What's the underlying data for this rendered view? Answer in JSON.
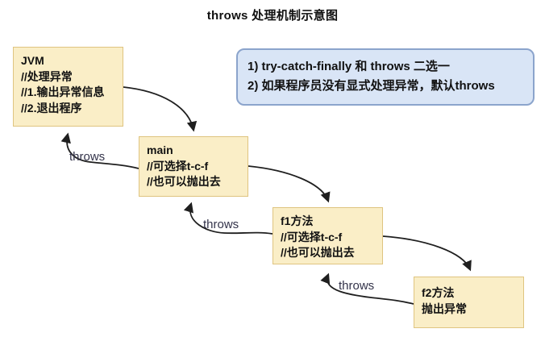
{
  "title": "throws 处理机制示意图",
  "note": {
    "line1": "1)  try-catch-finally 和 throws 二选一",
    "line2": "2)  如果程序员没有显式处理异常，默认throws"
  },
  "boxes": {
    "jvm": {
      "line1": "JVM",
      "line2": "//处理异常",
      "line3": "//1.输出异常信息",
      "line4": "//2.退出程序"
    },
    "main": {
      "line1": "main",
      "line2": "//可选择t-c-f",
      "line3": "//也可以抛出去"
    },
    "f1": {
      "line1": "f1方法",
      "line2": "//可选择t-c-f",
      "line3": "//也可以抛出去"
    },
    "f2": {
      "line1": "f2方法",
      "line2": "抛出异常"
    }
  },
  "edge_labels": {
    "main_to_jvm": "throws",
    "f1_to_main": "throws",
    "f2_to_f1": "throws"
  },
  "colors": {
    "box_fill": "#faeec7",
    "box_border": "#dfc480",
    "note_fill": "#d9e5f6",
    "note_border": "#8ba4cc",
    "arrow": "#1f1f1f",
    "throws_text": "#33334a"
  }
}
